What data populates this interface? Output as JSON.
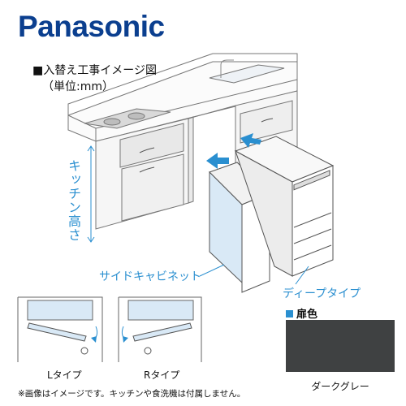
{
  "brand": {
    "logo_text": "Panasonic",
    "color": "#0b3f8f"
  },
  "diagram": {
    "title": "■入替え工事イメージ図",
    "unit": "（単位:mm）",
    "kitchen_height_label": "キッチン高さ",
    "side_cabinet_label": "サイドキャビネット",
    "deep_type_label": "ディープタイプ"
  },
  "door_color": {
    "heading": "扉色",
    "swatch_color": "#3f4142",
    "swatch_name": "ダークグレー"
  },
  "hinge_types": {
    "left_label": "Lタイプ",
    "right_label": "Rタイプ"
  },
  "note": "※画像はイメージです。キッチンや食洗機は付属しません。",
  "accent_color": "#2a8fd0"
}
